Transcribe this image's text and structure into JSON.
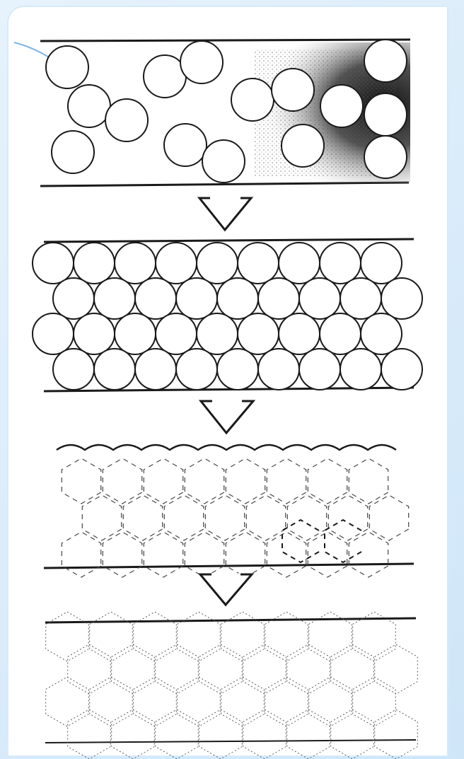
{
  "figure": {
    "stages": [
      {
        "name": "loose-spheres-in-liquid",
        "cells": "circles"
      },
      {
        "name": "close-packed-spheres",
        "cells": "circles"
      },
      {
        "name": "polyhedral-foam-draining",
        "cells": "hexagons"
      },
      {
        "name": "dry-polyhedral-foam",
        "cells": "hexagons"
      }
    ],
    "colors": {
      "frame": "#cfe6f8",
      "ink": "#1a1a1a",
      "paper": "#ffffff"
    }
  }
}
